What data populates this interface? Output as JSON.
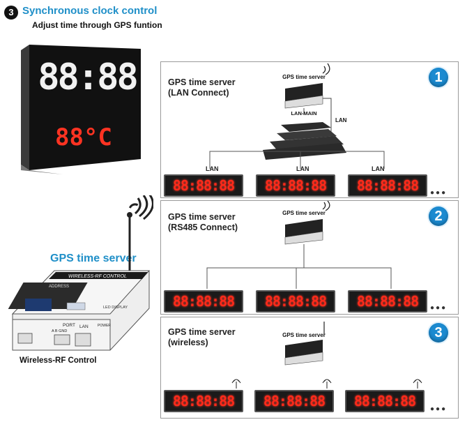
{
  "header": {
    "step": "3",
    "title": "Synchronous clock control",
    "subtitle": "Adjust time through GPS funtion"
  },
  "big_clock": {
    "time": "88:88",
    "temp": "88°C"
  },
  "rf_control": {
    "label": "GPS time server",
    "device_title": "WIRELESS-RF CONTROL",
    "address": "ADDRESS",
    "port": "PORT",
    "port_pins": "A  B  GND",
    "lan": "LAN",
    "power": "POWER",
    "led_display": "LED DISPLAY",
    "caption": "Wireless-RF Control"
  },
  "panels": [
    {
      "badge": "1",
      "title_line1": "GPS time server",
      "title_line2": "(LAN Connect)",
      "server_label": "GPS time server",
      "switch_label": "LAN-MAIN",
      "link_label": "LAN",
      "clocks": [
        "88:88:88",
        "88:88:88",
        "88:88:88"
      ],
      "drop_labels": [
        "LAN",
        "LAN",
        "LAN"
      ]
    },
    {
      "badge": "2",
      "title_line1": "GPS time server",
      "title_line2": "(RS485 Connect)",
      "server_label": "GPS time server",
      "clocks": [
        "88:88:88",
        "88:88:88",
        "88:88:88"
      ]
    },
    {
      "badge": "3",
      "title_line1": "GPS time server",
      "title_line2": "(wireless)",
      "server_label": "GPS time server",
      "clocks": [
        "88:88:88",
        "88:88:88",
        "88:88:88"
      ]
    }
  ],
  "ellipsis": "●●●",
  "colors": {
    "accent": "#1f8fc8",
    "badge": "#1b8ad0",
    "led": "#ff2a1a"
  }
}
